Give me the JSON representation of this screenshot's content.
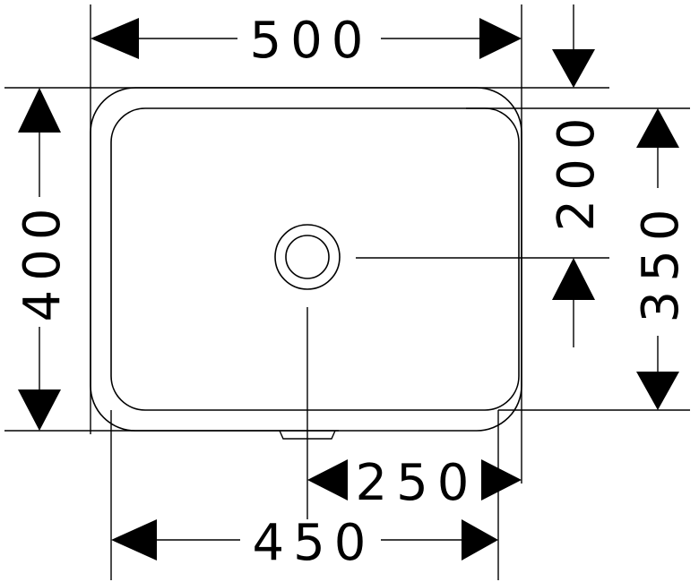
{
  "dimensions": {
    "overall_width": "500",
    "inner_width": "450",
    "drain_to_side": "250",
    "overall_depth": "400",
    "inner_depth": "350",
    "drain_to_back": "200"
  }
}
